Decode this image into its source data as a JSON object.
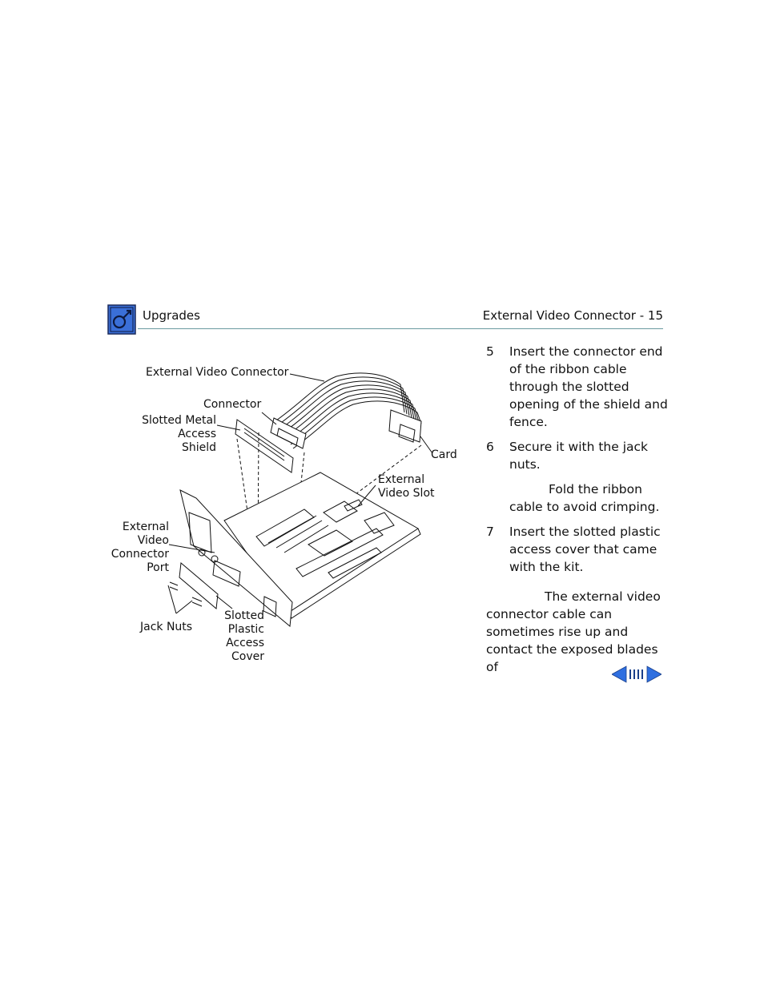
{
  "header": {
    "section": "Upgrades",
    "page_title": "External Video Connector - 15"
  },
  "figure": {
    "labels": {
      "external_video_connector": "External Video Connector",
      "connector": "Connector",
      "slotted_metal_access_shield": "Slotted Metal\nAccess Shield",
      "card": "Card",
      "external_video_slot": "External\nVideo Slot",
      "external_video_connector_port": "External\nVideo\nConnector\nPort",
      "jack_nuts": "Jack Nuts",
      "slotted_plastic_access_cover": "Slotted\nPlastic\nAccess\nCover"
    }
  },
  "steps": [
    {
      "number": "5",
      "text": "Insert the connector end of the ribbon cable through the slotted opening of the shield and fence."
    },
    {
      "number": "6",
      "text": "Secure it with the jack nuts."
    },
    {
      "number": "7",
      "text": "Insert the slotted plastic access cover that came with the kit."
    }
  ],
  "note": "Fold the ribbon cable to avoid crimping.",
  "warning": "The external video connector cable can sometimes rise up and contact the exposed blades of",
  "icons": {
    "logo": "apple-service-logo-icon",
    "nav_prev": "arrow-left-icon",
    "nav_index": "index-bars-icon",
    "nav_next": "arrow-right-icon"
  },
  "colors": {
    "logo_blue": "#3a6fd8",
    "nav_blue": "#2f6fe0",
    "rule": "#6a9aa0"
  }
}
